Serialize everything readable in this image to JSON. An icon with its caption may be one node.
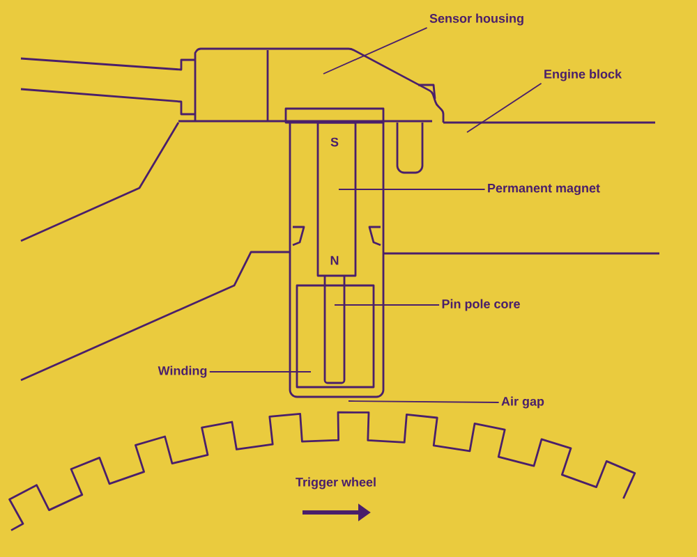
{
  "diagram": {
    "nodes": [
      {
        "text": [
          "Sensor housing"
        ]
      },
      {
        "text": [
          "Engine block"
        ]
      },
      {
        "text": [
          "Permanent magnet"
        ]
      },
      {
        "text": [
          "Pin pole core"
        ]
      },
      {
        "text": [
          "Winding"
        ]
      },
      {
        "text": [
          "Air gap"
        ]
      }
    ],
    "edges": [
      {
        "from": 0,
        "to": null,
        "arrow": "none"
      },
      {
        "from": 1,
        "to": null,
        "arrow": "none"
      },
      {
        "from": 2,
        "to": null,
        "arrow": "none"
      },
      {
        "from": 3,
        "to": null,
        "arrow": "none"
      },
      {
        "from": 4,
        "to": null,
        "arrow": "none"
      },
      {
        "from": 5,
        "to": null,
        "arrow": "none"
      }
    ],
    "labels": [
      "S",
      "N",
      "Trigger wheel"
    ]
  }
}
